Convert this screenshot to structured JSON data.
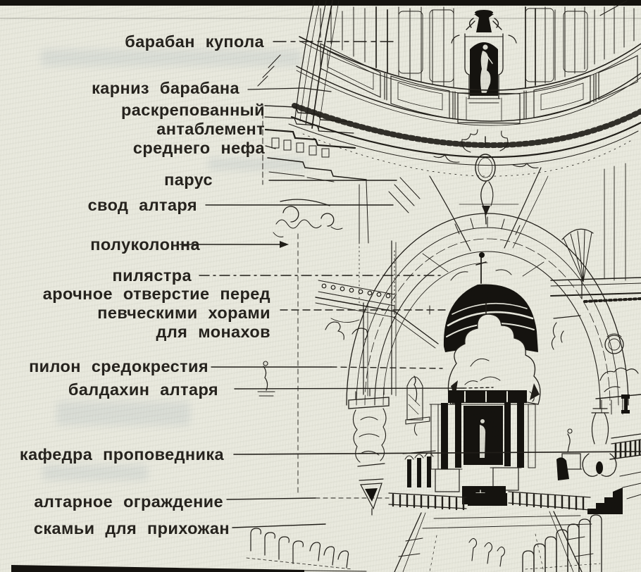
{
  "palette": {
    "paper": "#e9e9de",
    "ink": "#211e19",
    "label_ink": "#26231e"
  },
  "labels": [
    {
      "id": "dome-drum",
      "text": "барабан купола"
    },
    {
      "id": "drum-cornice",
      "text": "карниз барабана"
    },
    {
      "id": "projecting-entablature",
      "text": "раскрепованный\nантаблемент\nсреднего нефа"
    },
    {
      "id": "pendentive",
      "text": "парус"
    },
    {
      "id": "altar-vault",
      "text": "свод алтаря"
    },
    {
      "id": "half-column",
      "text": "полуколонна"
    },
    {
      "id": "pilaster",
      "text": "пилястра"
    },
    {
      "id": "arched-opening",
      "text": "арочное отверстие перед\nпевческими хорами\nдля монахов"
    },
    {
      "id": "crossing-pier",
      "text": "пилон средокрестия"
    },
    {
      "id": "altar-baldachin",
      "text": "балдахин алтаря"
    },
    {
      "id": "pulpit",
      "text": "кафедра проповедника"
    },
    {
      "id": "altar-rail",
      "text": "алтарное ограждение"
    },
    {
      "id": "pews",
      "text": "скамьи для прихожан"
    }
  ]
}
